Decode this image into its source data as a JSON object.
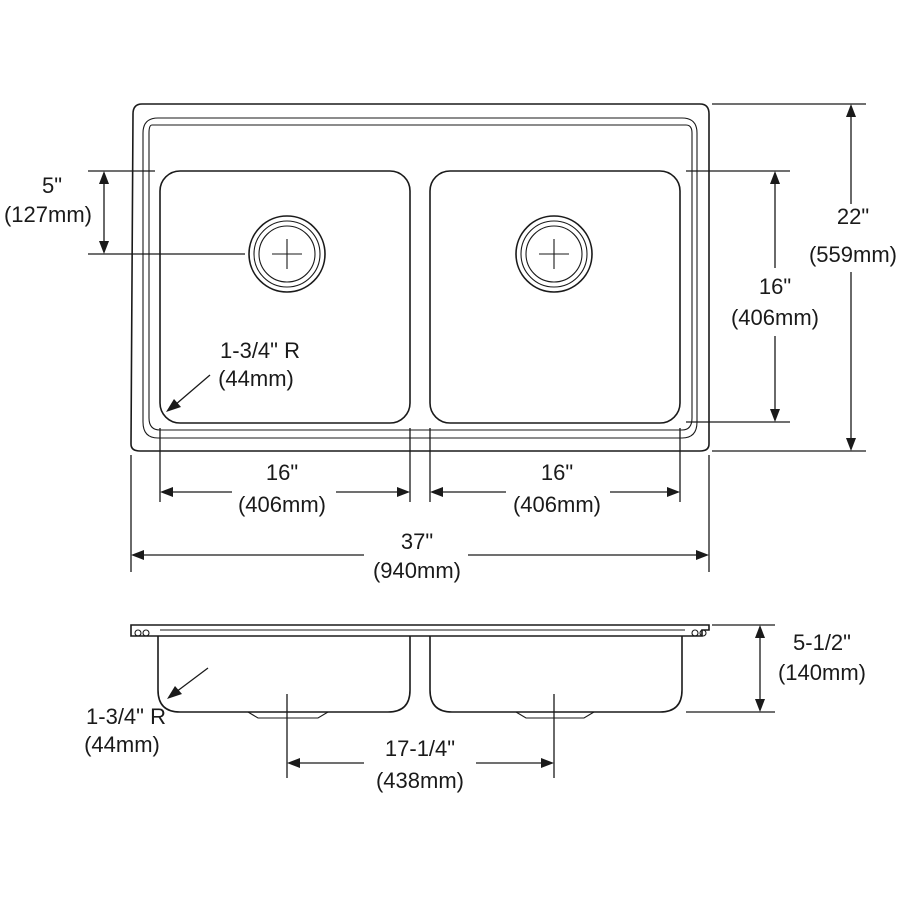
{
  "top_view": {
    "bowl_depth_offset": {
      "inch": "5\"",
      "mm": "(127mm)"
    },
    "overall_depth": {
      "inch": "22\"",
      "mm": "(559mm)"
    },
    "bowl_depth": {
      "inch": "16\"",
      "mm": "(406mm)"
    },
    "corner_radius": {
      "inch": "1-3/4\" R",
      "mm": "(44mm)"
    },
    "left_bowl_width": {
      "inch": "16\"",
      "mm": "(406mm)"
    },
    "right_bowl_width": {
      "inch": "16\"",
      "mm": "(406mm)"
    },
    "overall_width": {
      "inch": "37\"",
      "mm": "(940mm)"
    }
  },
  "side_view": {
    "bowl_height": {
      "inch": "5-1/2\"",
      "mm": "(140mm)"
    },
    "corner_radius": {
      "inch": "1-3/4\" R",
      "mm": "(44mm)"
    },
    "drain_spacing": {
      "inch": "17-1/4\"",
      "mm": "(438mm)"
    }
  }
}
